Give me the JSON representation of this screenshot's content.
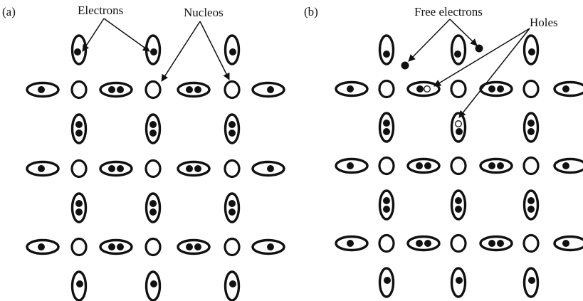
{
  "panel_a": {
    "tag": "(a)",
    "labels": {
      "electrons": "Electrons",
      "nucleos": "Nucleos"
    }
  },
  "panel_b": {
    "tag": "(b)",
    "labels": {
      "free_electrons": "Free electrons",
      "holes": "Holes"
    }
  },
  "colors": {
    "ink": "#111111",
    "background": "#ffffff"
  }
}
